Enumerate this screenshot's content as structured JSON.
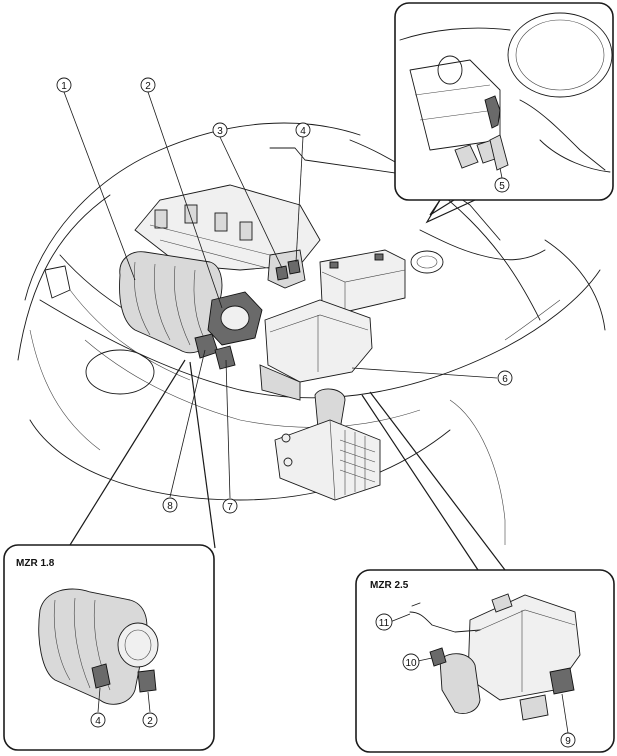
{
  "callouts": {
    "c1": "1",
    "c2": "2",
    "c3": "3",
    "c4": "4",
    "c5": "5",
    "c6": "6",
    "c7": "7",
    "c8": "8",
    "c9": "9",
    "c10": "10",
    "c11": "11"
  },
  "insets": {
    "mzr18": {
      "title": "MZR 1.8",
      "c4": "4",
      "c2": "2"
    },
    "mzr25": {
      "title": "MZR 2.5",
      "c11": "11",
      "c10": "10",
      "c9": "9"
    },
    "pedal": {
      "c5": "5"
    }
  },
  "colors": {
    "line": "#1a1a1a",
    "part_fill": "#d9d9d9",
    "background": "#ffffff"
  }
}
